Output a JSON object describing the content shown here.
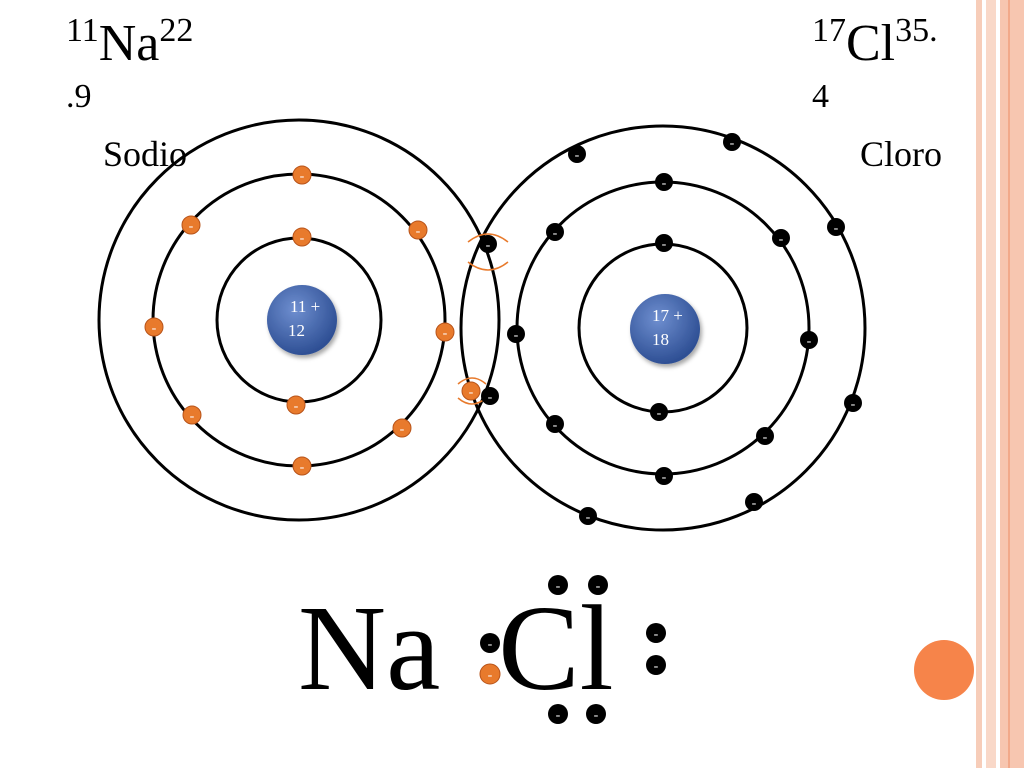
{
  "sodium": {
    "atomic_number": "11",
    "symbol": "Na",
    "mass_line1": "22",
    "mass_line2": ".9",
    "name": "Sodio",
    "nucleus_line1": "11 +",
    "nucleus_line2": "12"
  },
  "chlorine": {
    "atomic_number": "17",
    "symbol": "Cl",
    "mass_line1": "35.",
    "mass_line2": "4",
    "name": "Cloro",
    "nucleus_line1": "17 +",
    "nucleus_line2": "18"
  },
  "electron_sign": "-",
  "formula": {
    "left": "Na",
    "right": "Cl"
  },
  "colors": {
    "sodium_electron": "#e87a2c",
    "chlorine_electron": "#000000",
    "nucleus": "#3a62ad",
    "frame": "#f6c9b4",
    "accent_dot": "#f6844a"
  }
}
